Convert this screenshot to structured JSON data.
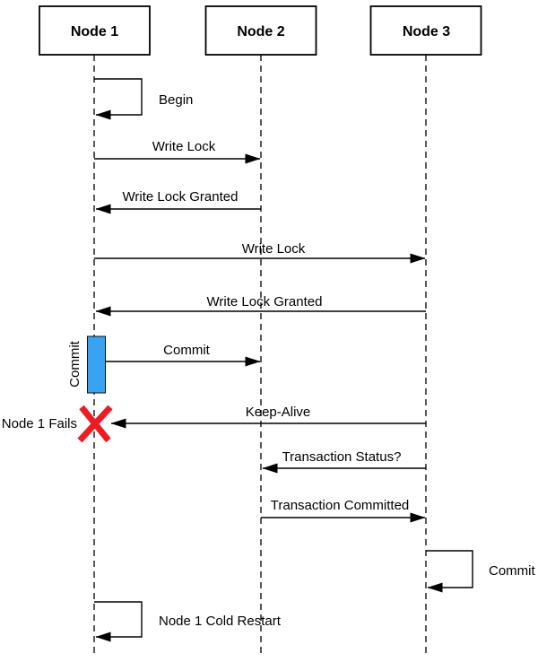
{
  "diagram": {
    "type": "sequence-diagram",
    "actors": [
      {
        "label": "Node 1"
      },
      {
        "label": "Node 2"
      },
      {
        "label": "Node 3"
      }
    ],
    "messages": {
      "begin": "Begin",
      "write_lock_1_to_2": "Write Lock",
      "write_lock_granted_2_to_1": "Write Lock Granted",
      "write_lock_1_to_3": "Write Lock",
      "write_lock_granted_3_to_1": "Write Lock Granted",
      "commit_activation": "Commit",
      "commit_1_to_2": "Commit",
      "keep_alive_3_to_1": "Keep-Alive",
      "node1_fails": "Node 1 Fails",
      "transaction_status_3_to_2": "Transaction Status?",
      "transaction_committed_2_to_3": "Transaction Committed",
      "commit_self_node3": "Commit",
      "node1_cold_restart": "Node 1 Cold Restart"
    },
    "colors": {
      "activation_fill": "#38A3F2",
      "activation_border": "#0d0d0d",
      "fail_red": "#ED1C24",
      "restart_red": "#E8503C",
      "line": "#000000",
      "background": "#FFFFFF"
    }
  }
}
